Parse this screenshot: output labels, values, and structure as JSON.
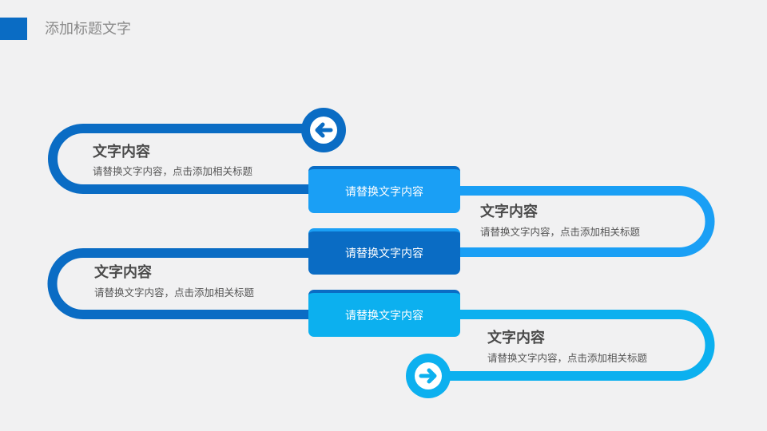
{
  "header": {
    "title": "添加标题文字",
    "accent_color": "#0a6cc4"
  },
  "colors": {
    "dark_blue": "#0a6cc4",
    "mid_blue": "#1a9ff5",
    "light_blue": "#0cb0ef"
  },
  "icons": {
    "start": "arrow-left-icon",
    "end": "arrow-right-icon"
  },
  "steps": [
    {
      "title": "文字内容",
      "desc": "请替换文字内容，点击添加相关标题"
    },
    {
      "title": "文字内容",
      "desc": "请替换文字内容，点击添加相关标题"
    },
    {
      "title": "文字内容",
      "desc": "请替换文字内容，点击添加相关标题"
    },
    {
      "title": "文字内容",
      "desc": "请替换文字内容，点击添加相关标题"
    }
  ],
  "boxes": [
    {
      "label": "请替换文字内容"
    },
    {
      "label": "请替换文字内容"
    },
    {
      "label": "请替换文字内容"
    }
  ]
}
